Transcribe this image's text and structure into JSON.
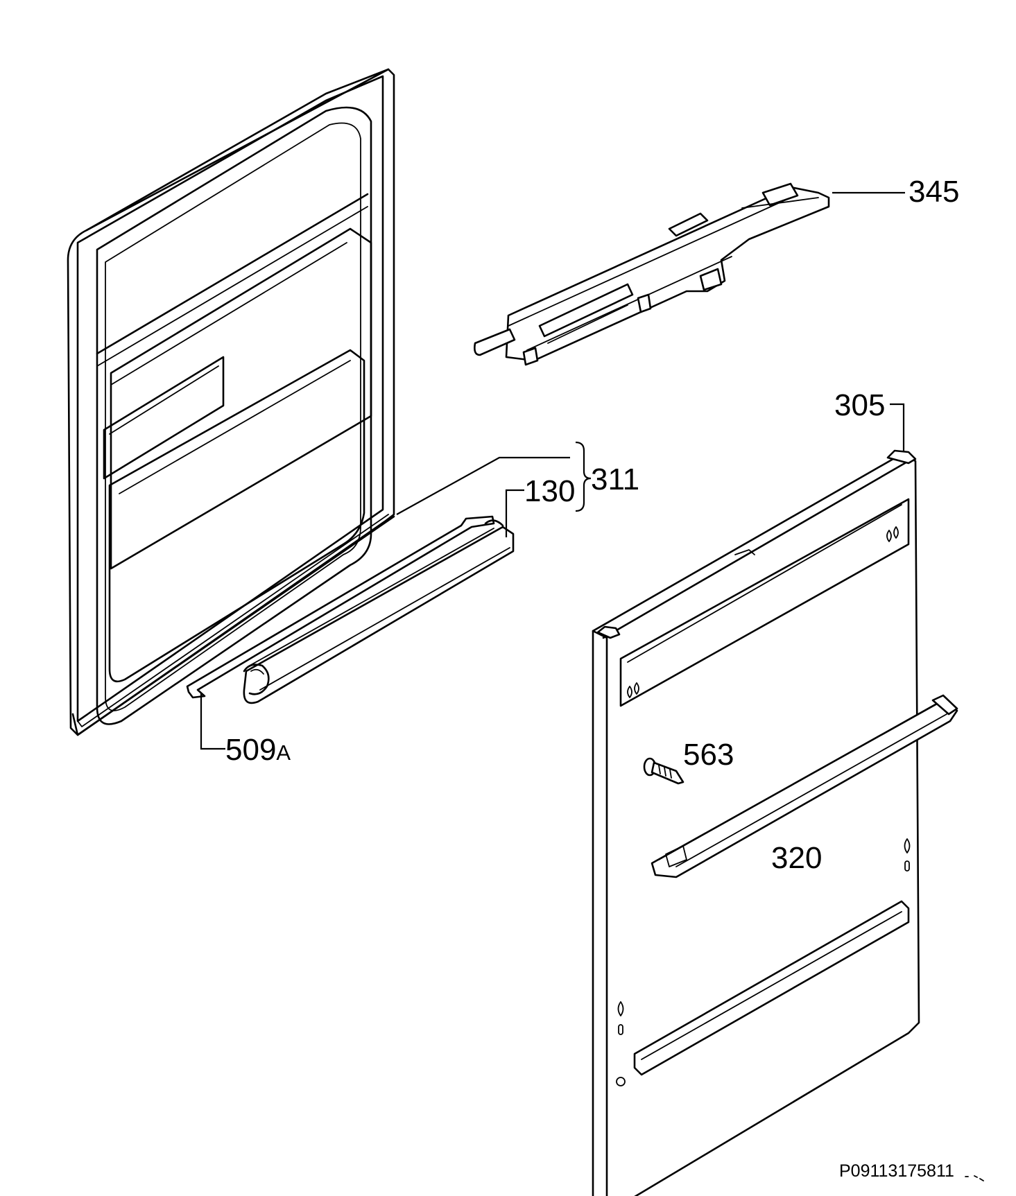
{
  "diagram": {
    "callouts": {
      "p345": "345",
      "p305": "305",
      "p311": "311",
      "p130": "130",
      "p509_num": "509",
      "p509_suffix": "A",
      "p563": "563",
      "p320": "320"
    },
    "document_code": "P09113175811",
    "colors": {
      "line": "#000000",
      "background": "#ffffff"
    }
  }
}
